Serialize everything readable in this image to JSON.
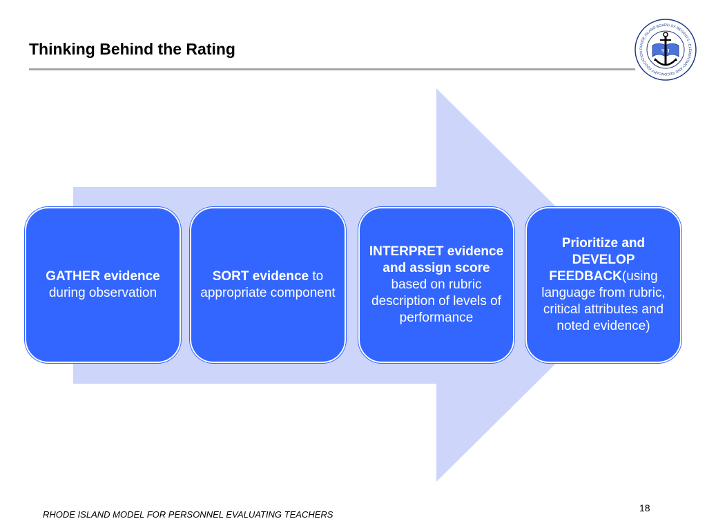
{
  "slide": {
    "title": "Thinking Behind the Rating",
    "footer": "RHODE ISLAND MODEL FOR PERSONNEL EVALUATING TEACHERS",
    "page_number": "18"
  },
  "logo": {
    "icon": "anchor-seal-icon",
    "ring_text": "RHODE ISLAND BOARD OF REGENTS · ELEMENTARY AND SECONDARY EDUCATION"
  },
  "colors": {
    "arrow": "#cdd5fb",
    "box": "#3366ff",
    "box_text": "#ffffff",
    "rule": "#a6a6a6"
  },
  "steps": [
    {
      "bold": "GATHER evidence",
      "rest": " during observation"
    },
    {
      "bold": "SORT evidence",
      "rest": " to appropriate component"
    },
    {
      "bold": "INTERPRET evidence and assign score",
      "rest": " based on rubric description of levels of performance"
    },
    {
      "bold": "Prioritize and DEVELOP FEEDBACK",
      "rest": "(using language from rubric, critical attributes and noted evidence)"
    }
  ]
}
